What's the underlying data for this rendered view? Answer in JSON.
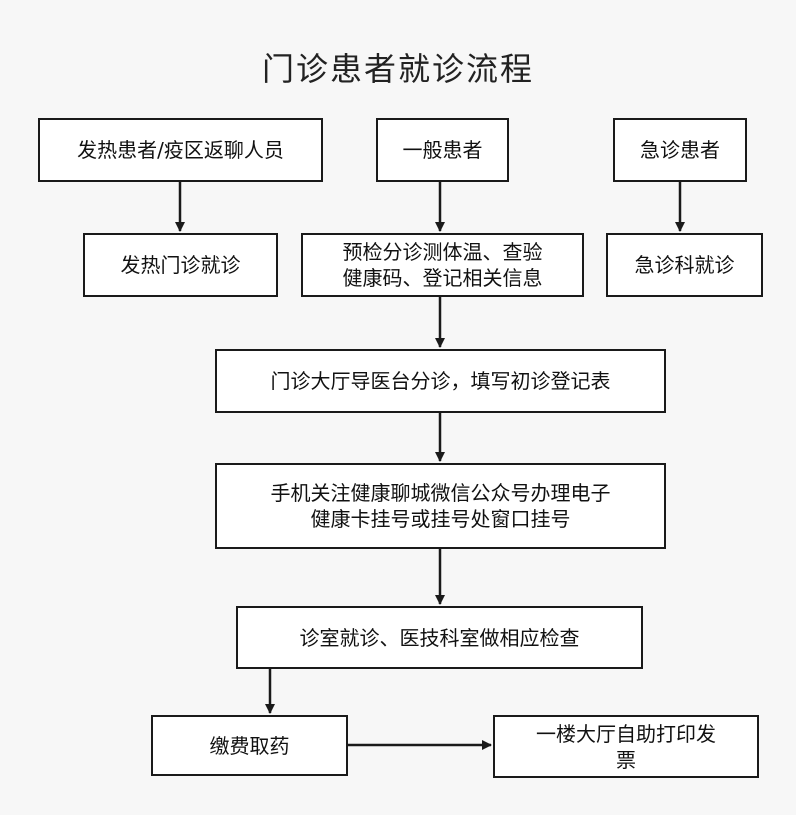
{
  "title": "门诊患者就诊流程",
  "nodes": {
    "fever_patient": "发热患者/疫区返聊人员",
    "general_patient": "一般患者",
    "emergency_patient": "急诊患者",
    "fever_clinic": "发热门诊就诊",
    "precheck": "预检分诊测体温、查验\n健康码、登记相关信息",
    "emergency_department": "急诊科就诊",
    "triage_desk": "门诊大厅导医台分诊，填写初诊登记表",
    "registration": "手机关注健康聊城微信公众号办理电子\n健康卡挂号或挂号处窗口挂号",
    "consultation": "诊室就诊、医技科室做相应检查",
    "payment": "缴费取药",
    "invoice_print": "一楼大厅自助打印发\n票"
  },
  "colors": {
    "stroke": "#1a1a1a",
    "box_fill": "#ffffff",
    "background": "#f7f7f7"
  }
}
